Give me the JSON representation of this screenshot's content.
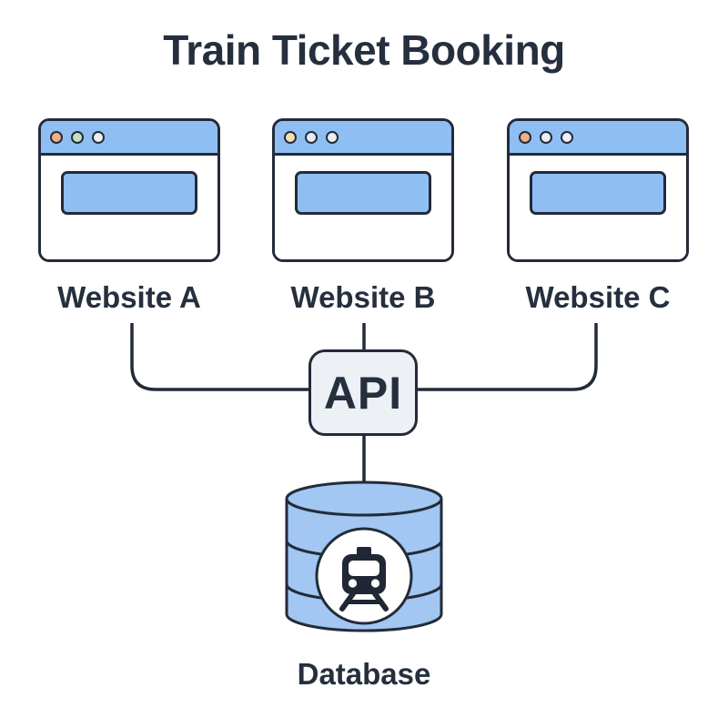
{
  "title": "Train Ticket Booking",
  "colors": {
    "outline": "#232B39",
    "text": "#252F3E",
    "window_blue": "#8FBEF3",
    "cylinder_blue": "#A1C7F2",
    "api_fill": "#EDF0F4"
  },
  "websites": [
    {
      "label": "Website A",
      "dot_colors": [
        "#F2AE85",
        "#C3DFBC",
        "#EDEEF0"
      ]
    },
    {
      "label": "Website B",
      "dot_colors": [
        "#F6E0AB",
        "#E7ECF2",
        "#EBEEF2"
      ]
    },
    {
      "label": "Website C",
      "dot_colors": [
        "#F2AE85",
        "#EAEDF1",
        "#EBEEF2"
      ]
    }
  ],
  "api": {
    "label": "API"
  },
  "database": {
    "label": "Database",
    "icon": "train-icon"
  },
  "edges": [
    {
      "from": "Website A",
      "to": "API"
    },
    {
      "from": "Website B",
      "to": "API"
    },
    {
      "from": "Website C",
      "to": "API"
    },
    {
      "from": "API",
      "to": "Database"
    }
  ]
}
